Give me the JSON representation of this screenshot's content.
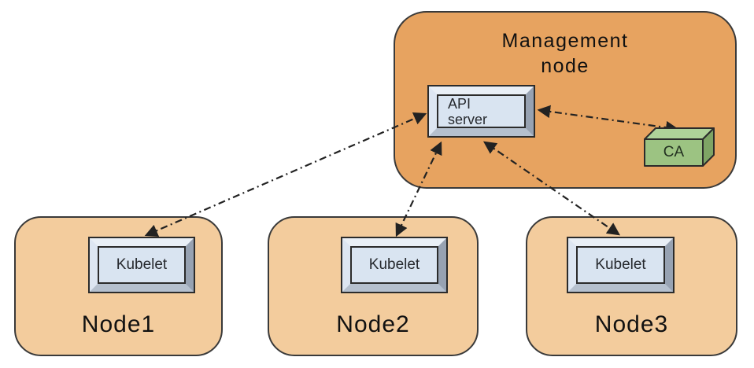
{
  "management_node": {
    "title": "Management node",
    "title_lines": [
      "Management",
      "node"
    ],
    "api_server": {
      "label": "API server",
      "lines": [
        "API",
        "server"
      ]
    },
    "ca": {
      "label": "CA"
    }
  },
  "nodes": [
    {
      "label": "Node1",
      "component": "Kubelet"
    },
    {
      "label": "Node2",
      "component": "Kubelet"
    },
    {
      "label": "Node3",
      "component": "Kubelet"
    }
  ],
  "edges": [
    {
      "from": "Kubelet (Node1)",
      "to": "API server",
      "bidirectional": true,
      "line_style": "dash-dot"
    },
    {
      "from": "Kubelet (Node2)",
      "to": "API server",
      "bidirectional": true,
      "line_style": "dash-dot"
    },
    {
      "from": "Kubelet (Node3)",
      "to": "API server",
      "bidirectional": true,
      "line_style": "dash-dot"
    },
    {
      "from": "API server",
      "to": "CA",
      "bidirectional": true,
      "line_style": "dash-dot"
    }
  ],
  "colors": {
    "management_node_fill": "#E7A360",
    "worker_node_fill": "#F3CC9D",
    "node_border": "#3a3a3a",
    "machine_face": "#D9E4F1",
    "bevel_light": "#E9EFF6",
    "bevel_dark": "#97A2B2",
    "ca_front": "#9CC382",
    "ca_top": "#AED299",
    "ca_side": "#7EA465",
    "ca_border": "#2b2b2b",
    "arrow": "#222222"
  }
}
